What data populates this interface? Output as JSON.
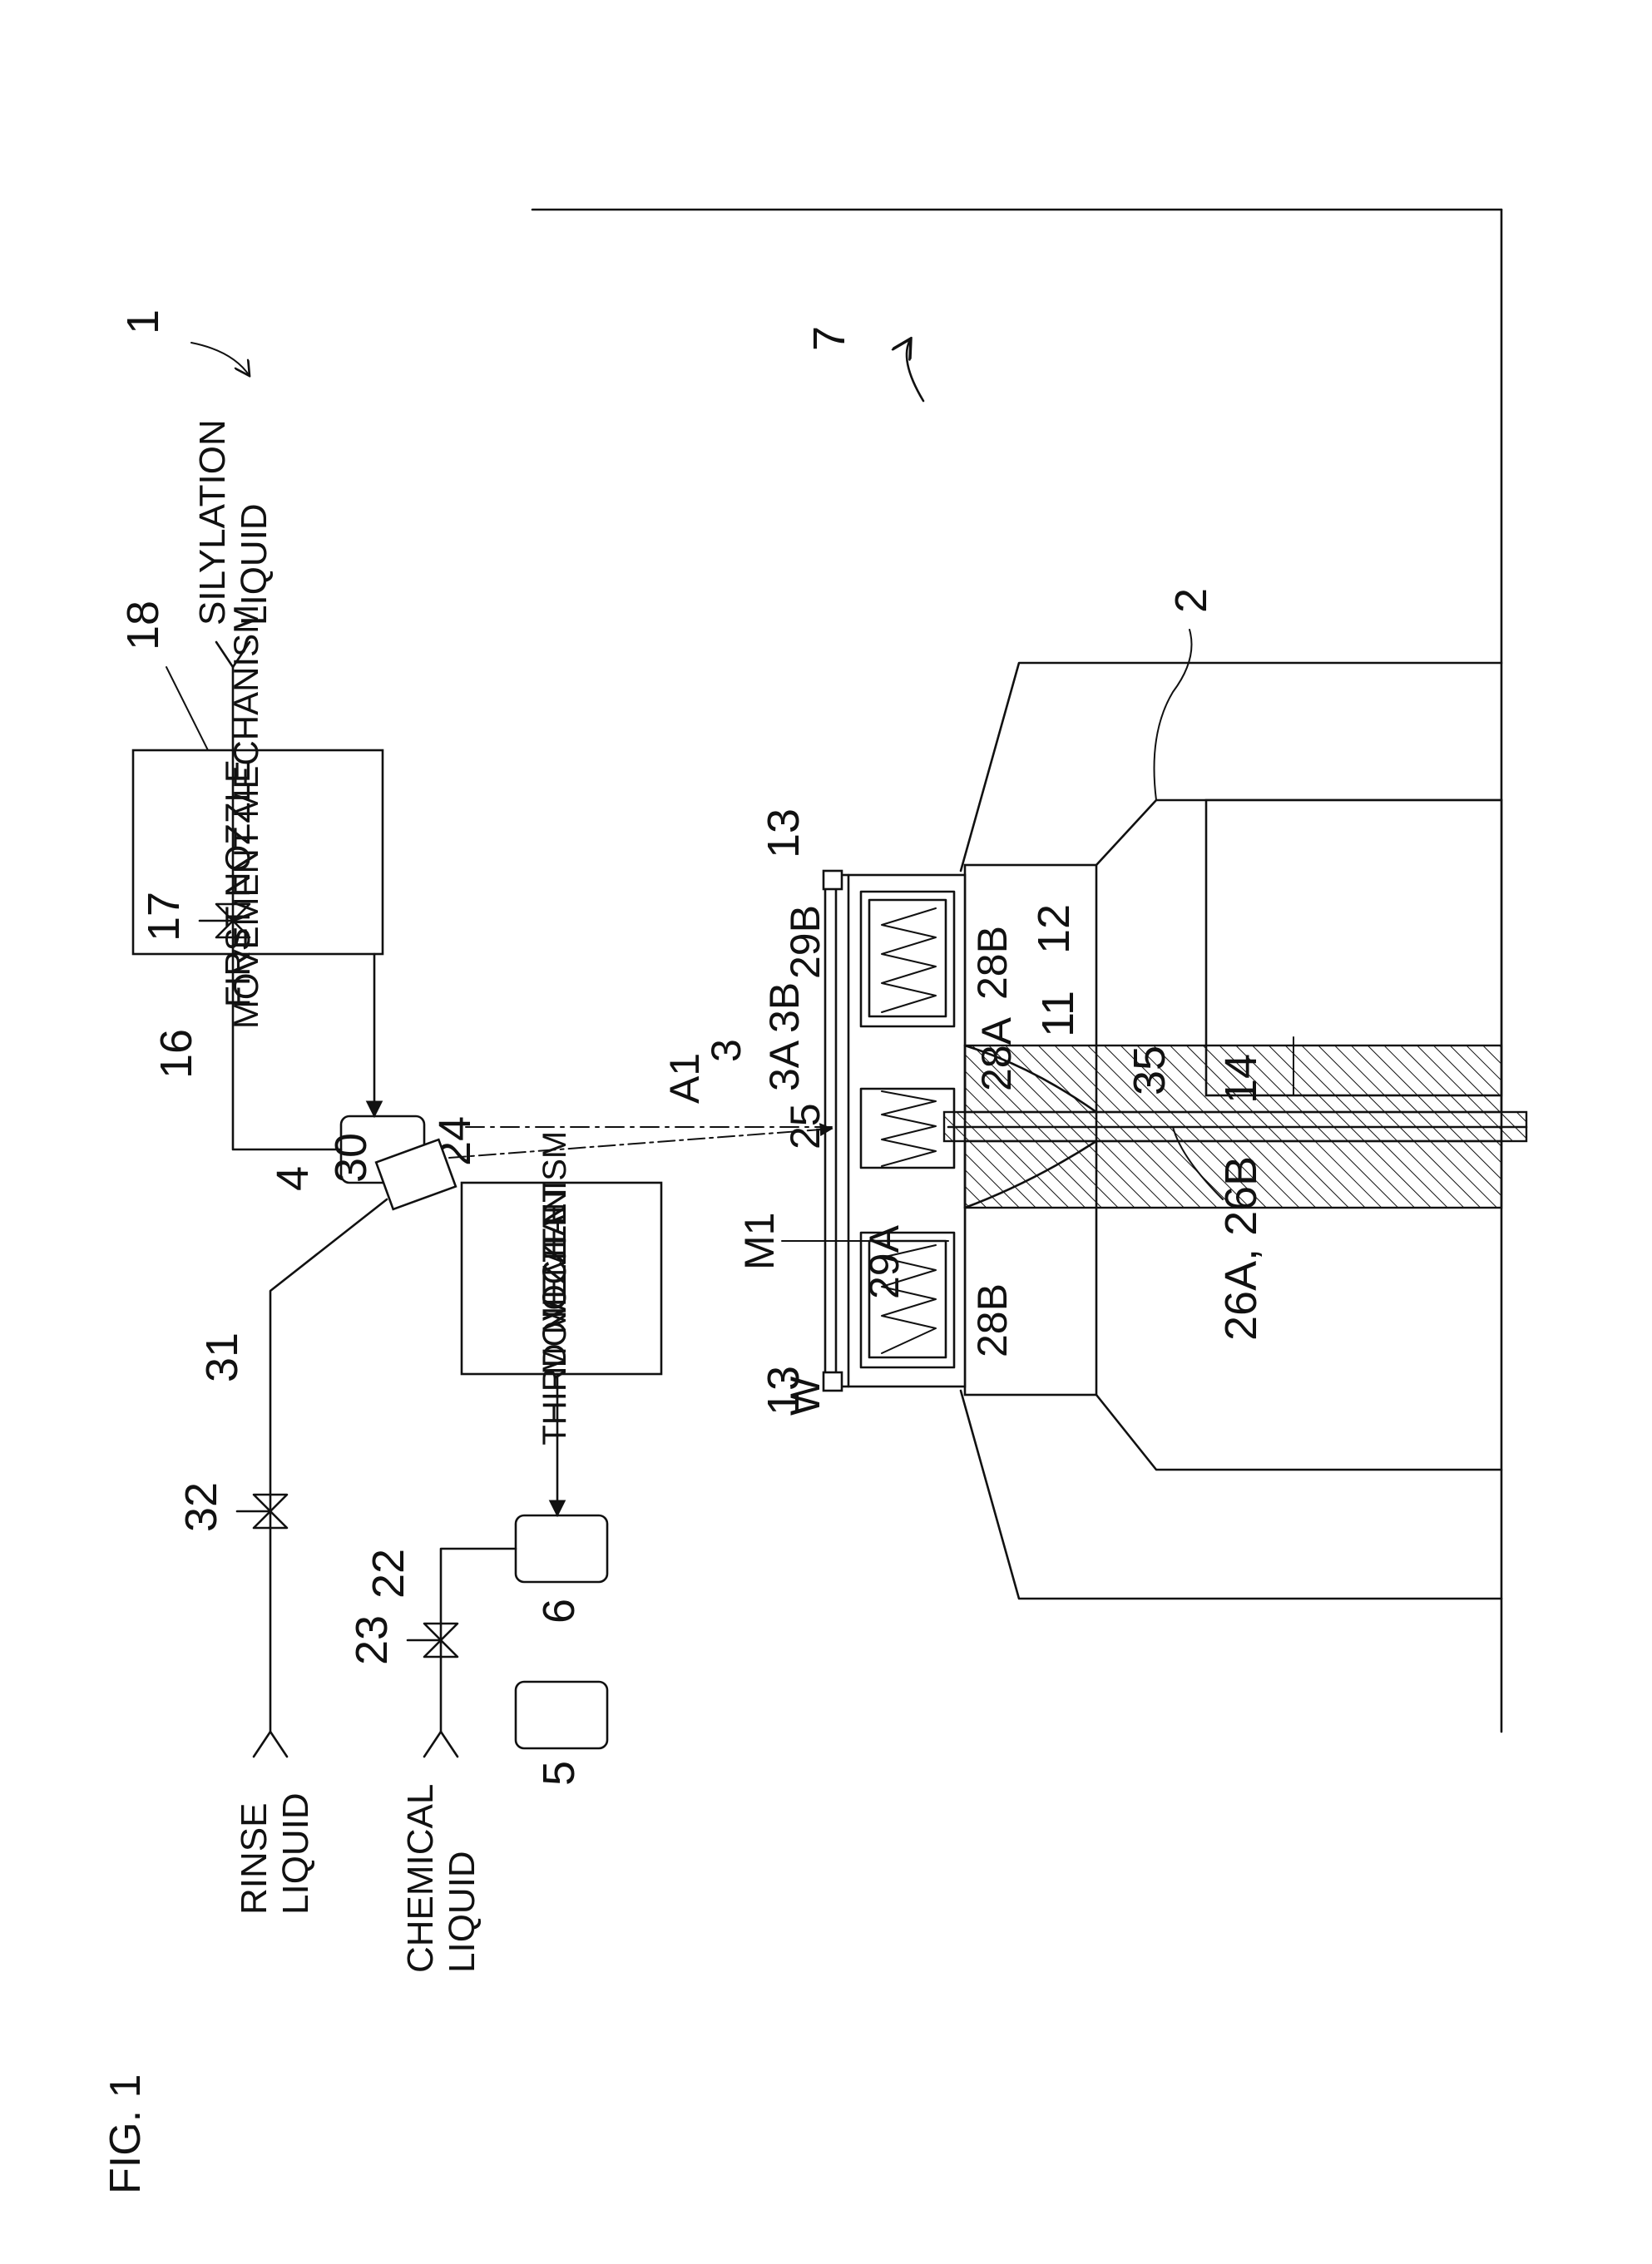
{
  "figure": {
    "title": "FIG. 1"
  },
  "labels": {
    "apparatus": "1",
    "chamber": "2",
    "substrate_holder": "3",
    "holder_a": "3A",
    "holder_b": "3B",
    "first_nozzle": "4",
    "second_nozzle": "5",
    "third_nozzle": "6",
    "cup": "7",
    "shaft": "11",
    "spin_base": "12",
    "chuck_pin_left": "13",
    "chuck_pin_right": "13",
    "motor": "14",
    "pipe_16": "16",
    "valve_17": "17",
    "mechanism_18_num": "18",
    "pipe_22": "22",
    "valve_23": "23",
    "mechanism_24_num": "24",
    "gap_25": "25",
    "passage_26": "26A, 26B",
    "heater_28a": "28A",
    "heater_28b_left": "28B",
    "heater_28b_right": "28B",
    "plate_29a": "29A",
    "plate_29b": "29B",
    "sensor_30": "30",
    "pipe_31": "31",
    "valve_32": "32",
    "conduit_35": "35",
    "axis": "A1",
    "measure": "M1",
    "wafer": "W"
  },
  "boxes": {
    "first_nozzle_mechanism": [
      "FIRST NOZZLE",
      "MOVEMENT MECHANISM"
    ],
    "third_nozzle_mechanism": [
      "THIRD NOZZLE",
      "MOVEMENT",
      "MECHANISM"
    ]
  },
  "supplies": {
    "silylation": [
      "SILYLATION",
      "LIQUID"
    ],
    "rinse": [
      "RINSE",
      "LIQUID"
    ],
    "chemical": [
      "CHEMICAL",
      "LIQUID"
    ]
  }
}
